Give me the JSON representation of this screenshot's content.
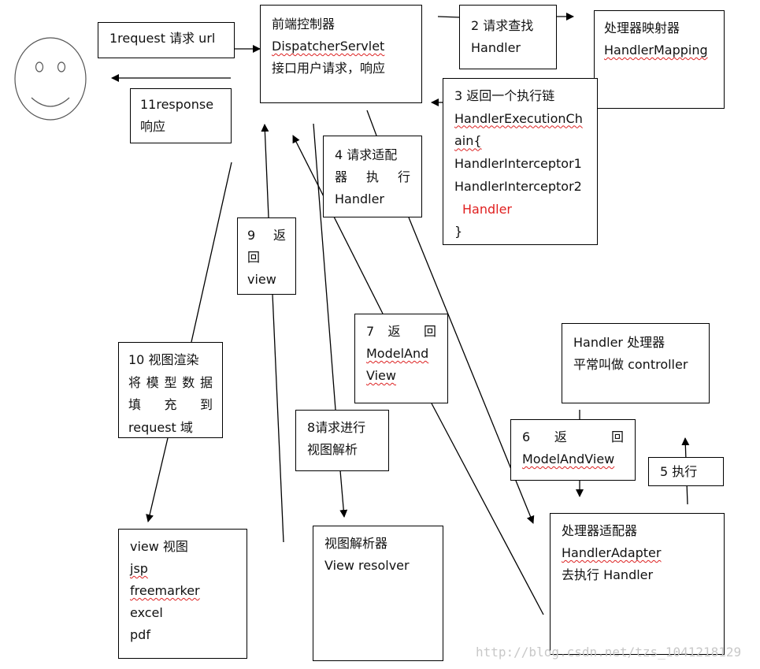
{
  "boxes": {
    "request": {
      "text": "1request 请求 url"
    },
    "response": {
      "lines": [
        "11response",
        "响应"
      ]
    },
    "dispatcher": {
      "lines": [
        "前端控制器",
        "DispatcherServlet",
        "接口用户请求，响应"
      ]
    },
    "find_handler": {
      "lines": [
        "2 请求查找",
        "Handler"
      ]
    },
    "handler_mapping": {
      "lines": [
        "处理器映射器",
        "HandlerMapping"
      ]
    },
    "exec_chain": {
      "lines": [
        "3 返回一个执行链",
        "HandlerExecutionCh",
        "ain{",
        "HandlerInterceptor1",
        "HandlerInterceptor2",
        "Handler",
        "}"
      ]
    },
    "adapter_request": {
      "lines": [
        "4 请求适配",
        "器 执 行",
        "Handler"
      ]
    },
    "return_view": {
      "lines": [
        "9 返",
        "回",
        "view"
      ]
    },
    "return_mav7": {
      "lines": [
        "7 返 回",
        "ModelAnd",
        "View"
      ]
    },
    "handler_controller": {
      "lines": [
        "Handler 处理器",
        "平常叫做 controller"
      ]
    },
    "render": {
      "lines": [
        "10 视图渲染",
        "将模型数据",
        "填 充 到",
        "request 域"
      ]
    },
    "resolve_request": {
      "lines": [
        "8请求进行",
        "视图解析"
      ]
    },
    "return_mav6": {
      "lines": [
        "6 返 回",
        "ModelAndView"
      ]
    },
    "execute": {
      "text": "5 执行"
    },
    "view": {
      "lines": [
        "view 视图",
        "jsp",
        "freemarker",
        "excel",
        "pdf"
      ]
    },
    "resolver": {
      "lines": [
        "视图解析器",
        "View resolver"
      ]
    },
    "adapter": {
      "lines": [
        "处理器适配器",
        "HandlerAdapter",
        "去执行 Handler"
      ]
    }
  },
  "face": {
    "icon": "smiley-face-icon"
  },
  "watermark": "http://blog.csdn.net/tzs_1041218129",
  "colors": {
    "highlight": "#e02020",
    "line": "#000000"
  }
}
